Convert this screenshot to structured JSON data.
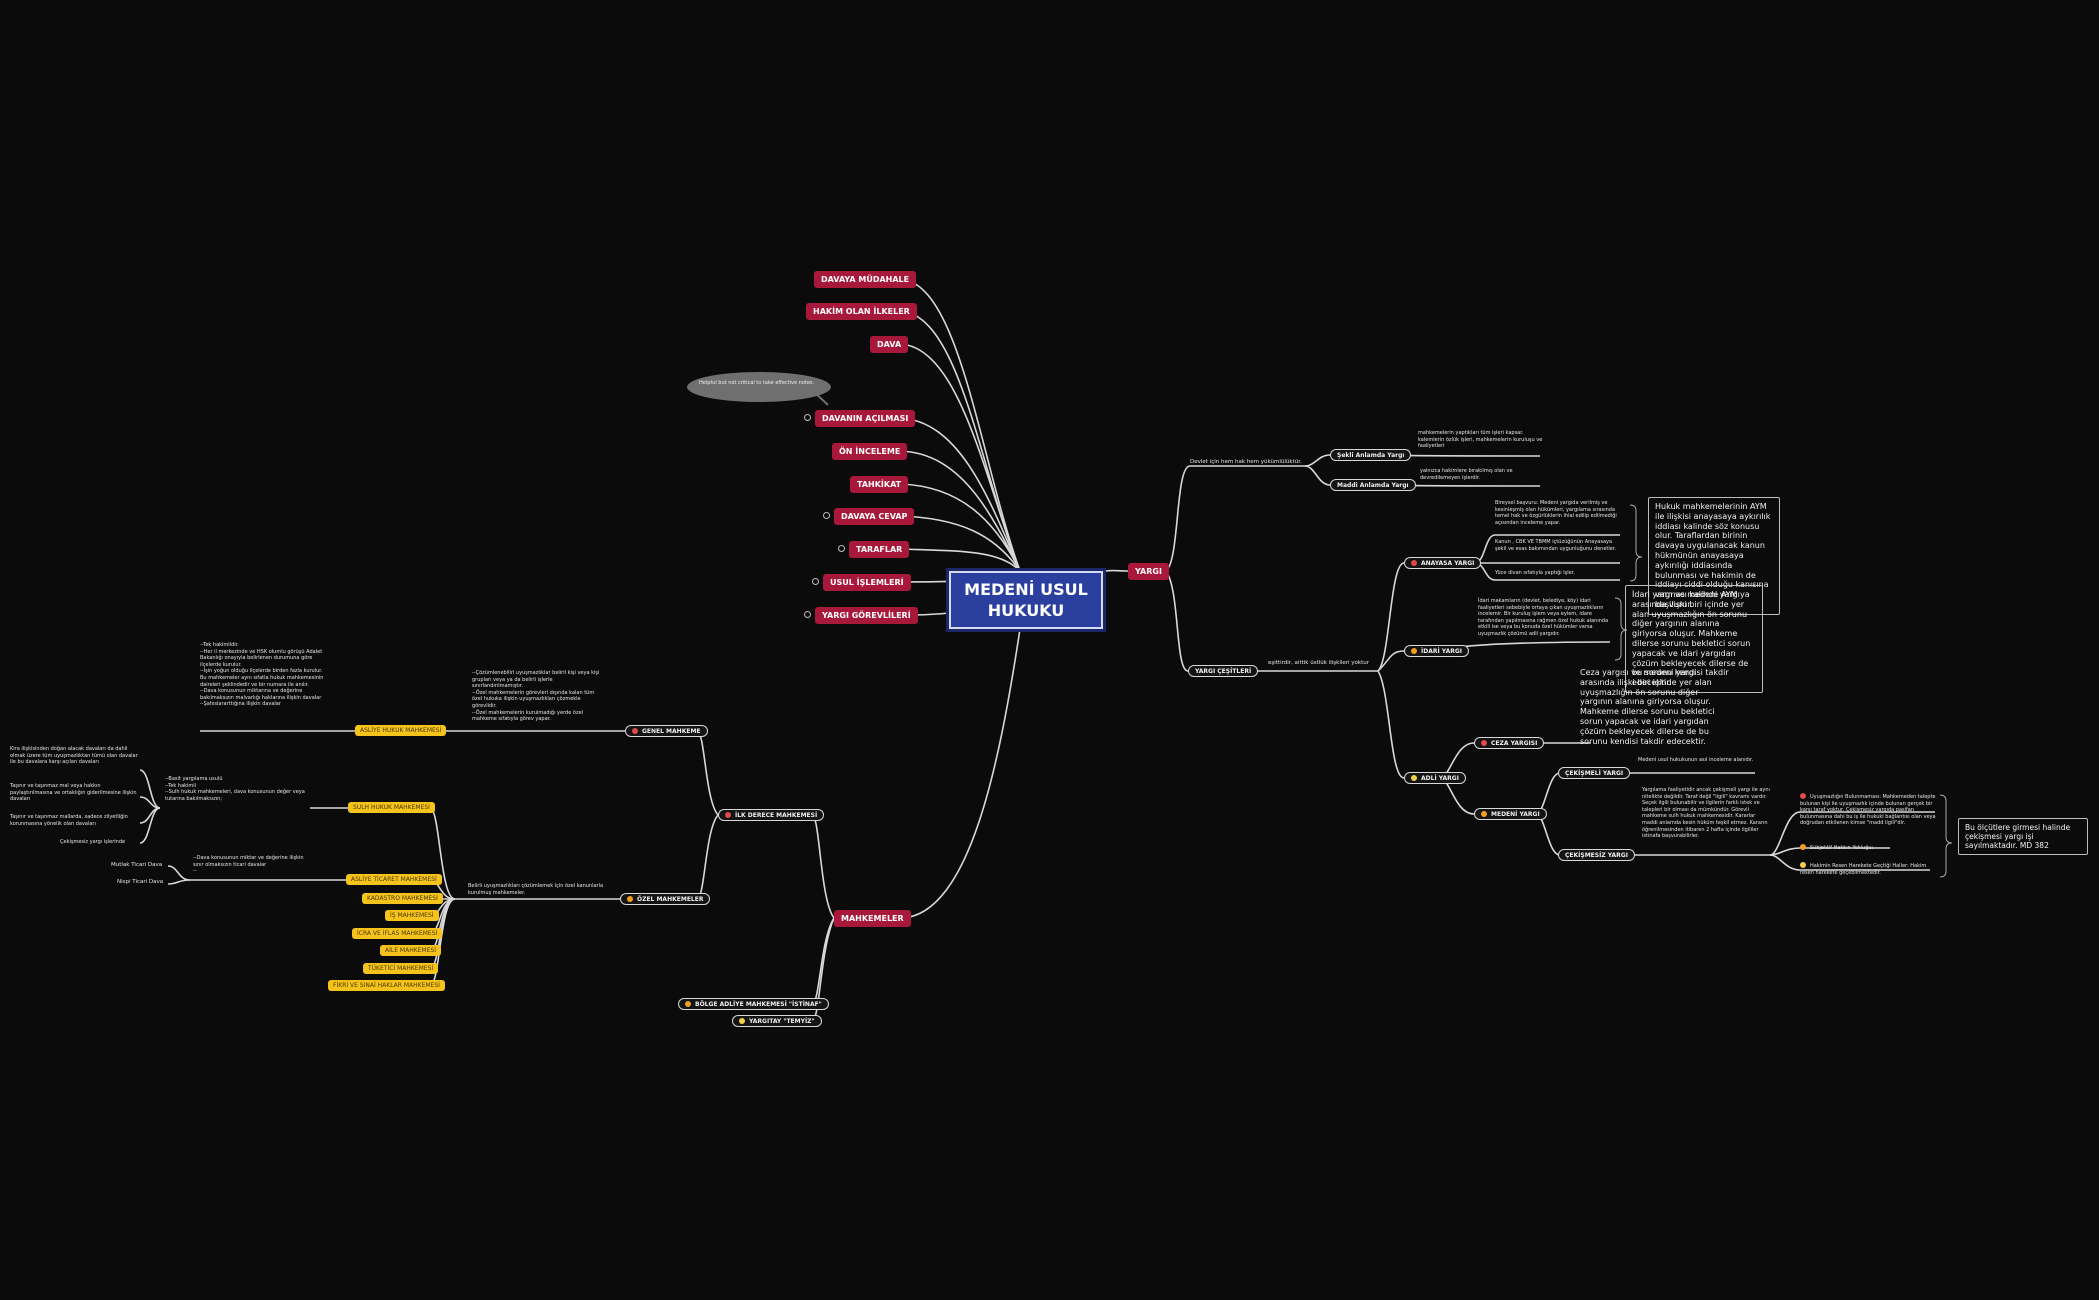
{
  "root": "MEDENİ USUL HUKUKU",
  "left_topics": [
    "DAVAYA MÜDAHALE",
    "HAKİM OLAN İLKELER",
    "DAVA",
    "DAVANIN AÇILMASI",
    "ÖN İNCELEME",
    "TAHKİKAT",
    "DAVAYA CEVAP",
    "TARAFLAR",
    "USUL İŞLEMLERİ",
    "YARGI GÖREVLİLERİ",
    "MAHKEMELER"
  ],
  "bubble_note": "Helpful but not critical to take effective notes.",
  "yargi": {
    "label": "YARGI",
    "devlet": "Devlet için hem hak hem yükümlülüktür.",
    "sekli": "Şekli Anlamda Yargı",
    "sekli_text": "mahkemelerin yaptıkları tüm işleri kapsar. kalemlerin özlük işleri, mahkemelerin kuruluşu ve faaliyetleri",
    "maddi": "Maddi Anlamda Yargı",
    "maddi_text": "yalnızca hakimlere bırakılmış olan ve devredilemeyen işlerdir.",
    "cesitleri": "YARGI ÇEŞİTLERİ",
    "cesitleri_text": "eşittirdir, aittik üstlük ilişkileri yoktur",
    "anayasa": "ANAYASA YARGI",
    "anayasa_items": [
      "Bireysel başvuru: Medeni yargıda verilmiş ve kesinleşmiş olan hükümleri, yargılama sırasında temel hak ve özgürlüklerin ihlal edilip edilmediği açısından inceleme yapar.",
      "Kanun , CBK VE TBMM içtüzüğünün Anayasaya şekil ve esas bakımından uygunluğunu denetler.",
      "Yüce divan sıfatıyla yaptığı işler."
    ],
    "anayasa_note": "Hukuk mahkemelerinin AYM ile ilişkisi anayasaya aykırılık iddiası kalinde söz konusu olur. Taraflardan birinin davaya uygulanacak kanun hükmünün anayasaya aykırılığı iddiasında bulunması ve hakimin de iddiayı ciddi olduğu kanısına varması kalinde AYM ya başvurur.",
    "idari": "İDARİ YARGI",
    "idari_text": "İdari makamların (devlet, belediye, köy) idari faaliyetleri sebebiyle ortaya çıkan uyuşmazlıkların incelemir. Bir kuruluş işlem veya eylem, idare tarafından yapılmasına rağmen özel hukuk alanında etkili ise veya bu konuda özel hükümler varsa uyuşmazlık çözümü adli yargıdır.",
    "idari_note": "İdari yargı ve medeni yargı arasında ilişki biri içinde yer alan uyuşmazlığın ön sorunu diğer yargının alanına giriyorsa oluşur. Mahkeme dilerse sorunu bekletici sorun yapacak ve idari yargıdan çözüm bekleyecek dilerse de bu sorunu kendisi takdir edecektir.",
    "ceza_note": "Ceza yargısı ve medeni yargı arasında ilişki biri içinde yer alan uyuşmazlığın ön sorunu diğer yargının alanına giriyorsa oluşur. Mahkeme dilerse sorunu bekletici sorun yapacak ve idari yargıdan çözüm bekleyecek dilerse de bu sorunu kendisi takdir edecektir.",
    "adli": "ADLİ YARGI",
    "ceza": "CEZA YARGISI",
    "medeni": "MEDENİ YARGI",
    "cekismeli": "ÇEKİŞMELİ YARGI",
    "cekismeli_text": "Medeni usul hukukunun asıl inceleme alanıdır.",
    "cekismesiz": "ÇEKİŞMESİZ YARGI",
    "cekismesiz_text": "Yargılama faaliyetidir ancak çekişmeli yargı ile aynı nitelikte değildir. Taraf değil \"ilgili\" kavramı vardır. Seçek ilgili bulunabilir ve ilgilerin farklı istek ve talepleri bir olması da mümkündür. Görevli mahkeme sulh hukuk mahkemesidir. Kararlar maddi anlamda kesin hüküm teşkil etmez. Kararın öğrenilmesinden itibaren 2 hafta içinde ilgililer istinafa başvurabilirler.",
    "cekismesiz_items": [
      "Uyuşmazlığın Bulunmaması: Mahkemeden talepte bulunan kişi ile uyuşmazlık içinde bulunan gerçek bir karşı taraf yoktur. Çekişmesiz yargıda pasifan bulunmasına dahi bu iş ile hukuki bağlantısı olan veya doğrudan etkilenen kimse \"madd ilgili\"dir.",
      "Sübjektif Hakkın Yokluğu:",
      "Hakimin Resen Harekete Geçtiği Haller: Hakim resen harekete geçebilmektedir."
    ],
    "final_note": "Bu ölçütlere girmesi halinde çekişmesi yargı işi sayılmaktadır. MD 382"
  },
  "mahkemeler": {
    "ilk": "İLK DERECE MAHKEMESİ",
    "genel": "GENEL MAHKEME",
    "genel_text": "--Çözümlenebilirl uyuşmazlıklar belirli kişi veya kişi grupları veya ya da belirli işlerle sınırlandırılmamıştır.\n--Özel mahkemelerin görevleri dışında kalan tüm özel hukuka ilişkin uyuşmazlıkları çözmekle görevlidir.\n--Özel mahkemelerin kurulmadığı yerde özel mahkeme sıfatıyla görev yapar.",
    "asliye": "ASLİYE HUKUK MAHKEMESİ",
    "asliye_text": "--Tek hakimlidir.\n--Her il merkezinde ve HSK olumlu görüşü Adalet Bakanlığı onayıyla belirlenen durumuna göre ilçelerde kurulur.\n--İşin yoğun olduğu ilçelerde birden fazla kurulur. Bu mahkemeler aynı sıfatla hukuk mahkemesinin daireleri şeklindedir ve bir numara ile anılır.\n--Dava konusunun miktarına ve değerine bakılmaksızın malvarlığı haklarına ilişkin davalar\n--Şahıslararttığına ilişkin davalar",
    "sulh": "SULH HUKUK MAHKEMESİ",
    "sulh_text": "--Basit yargılama usulü\n--Tek hakimli\n--Sulh hukuk mahkemeleri, dava konusunun değer veya tutarına bakılmaksızın;",
    "sulh_items": [
      "Kira ilişkisinden doğan alacak davaları da dahil olmak üzere tüm uyuşmazlıktan tümü olan davalar ile bu davalara karşı açılan davaları",
      "Taşınır ve taşınmaz mal veya hakkın paylaştırılmasına ve ortaklığın giderilmesine ilişkin davaları",
      "Taşınır ve taşınmaz mallarda, sadece zilyetliğin korunmasına yönelik olan davaları",
      "Çekişmesiz yargı işlerinde"
    ],
    "ozel": "ÖZEL MAHKEMELER",
    "ozel_text": "Belirli uyuşmazlıkları çözümlemek için özel kanunlarla kurulmuş mahkemeler.",
    "ozel_items": [
      "ASLİYE TİCARET MAHKEMESİ",
      "KADASTRO MAHKEMESİ",
      "İŞ MAHKEMESİ",
      "İCRA VE İFLAS MAHKEMESİ",
      "AİLE MAHKEMESİ",
      "TÜKETİCİ MAHKEMESİ",
      "FİKRİ VE SINAİ HAKLAR MAHKEMESİ"
    ],
    "ticaret_text": "--Dava konusunun miktar ve değerine ilişkin sınır olmaksızın ticari davalar\n--",
    "ticaret_items": [
      "Mutlak Ticari Dava",
      "Nispi Ticari Dava"
    ],
    "bolge": "BÖLGE ADLİYE MAHKEMESİ \"İSTİNAF\"",
    "yargitay": "YARGITAY \"TEMYİZ\""
  }
}
